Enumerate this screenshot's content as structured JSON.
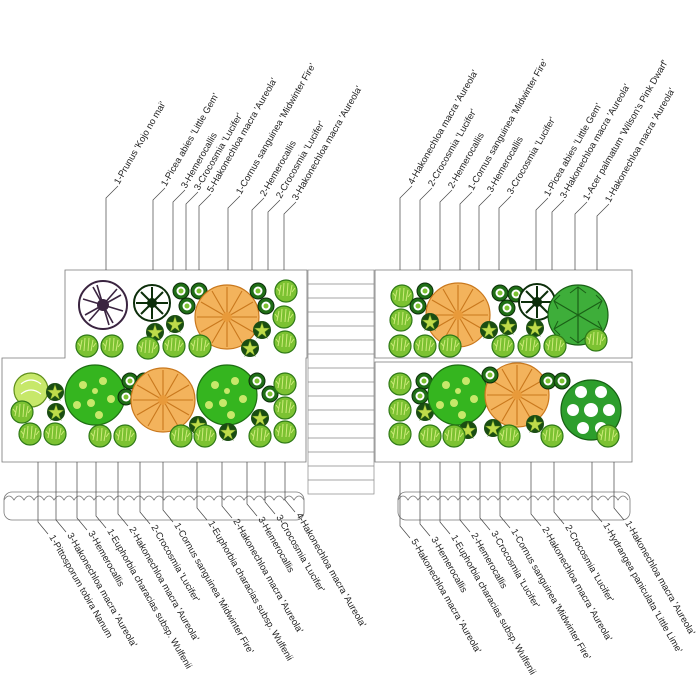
{
  "colors": {
    "grass": "#7cc232",
    "grass_dark": "#2f7a17",
    "shrub": "#35b51f",
    "shrub_dark": "#1d6e12",
    "cornus": "#f3b35c",
    "cornus_dark": "#c9781d",
    "dark_shrub": "#0c2e0a",
    "star": "#bfdc4a",
    "purple": "#3a2440",
    "pale": "#c7e86a"
  },
  "labels_top_left": [
    "1-Prunus 'Kojo no mai'",
    "1-Picea abies 'Little Gem'",
    "3-Hemerocallis",
    "3-Crocosmia 'Lucifer'",
    "5-Hakonechloa macra 'Aureola'",
    "1-Cornus sanguinea 'Midwinter Fire'",
    "2-Hemerocallis",
    "2-Crocosmia 'Lucifer'",
    "3-Hakonechloa macra 'Aureola'"
  ],
  "labels_top_right": [
    "4-Hakonechloa macra 'Aureola'",
    "2-Crocosmia 'Lucifer'",
    "2-Hemerocallis",
    "1-Cornus sanguinea 'Midwinter Fire'",
    "3-Hemerocallis",
    "3-Crocosmia 'Lucifer'",
    "1-Picea abies 'Little Gem'",
    "3-Hakonechloa macra 'Aureola'",
    "1-Acer palmatum 'Wilson's Pink Dwarf'",
    "1-Hakonechloa macra 'Aureola'"
  ],
  "labels_bottom_left": [
    "1-Pittosporum tobira Nanum",
    "3-Hakonechloa macra 'Aureola'",
    "3-Hemerocallis",
    "1-Euphorbia characias subsp. Wulfenii",
    "2-Hakonechloa macra 'Aureola'",
    "2-Crocosmia 'Lucifer'",
    "1-Cornus sanguinea 'Midwinter Fire'",
    "1-Euphorbia characias subsp. Wulfenii",
    "2-Hakonechloa macra 'Aureola'",
    "3-Hemerocallis",
    "3-Crocosmia 'Lucifer'",
    "4-Hakonechloa macra 'Aureola'"
  ],
  "labels_bottom_right": [
    "5-Hakonechloa macra 'Aureola'",
    "3-Hemerocallis",
    "1-Euphorbia characias subsp. Wulfenii",
    "2-Hemerocallis",
    "3-Crocosmia 'Lucifer'",
    "1-Cornus sanguinea 'Midwinter Fire'",
    "2-Hakonechloa macra 'Aureola'",
    "2-Crocosmia 'Lucifer'",
    "1-Hydrangea paniculata 'Little Lime'",
    "1-Hakonechloa macra 'Aureola'"
  ]
}
